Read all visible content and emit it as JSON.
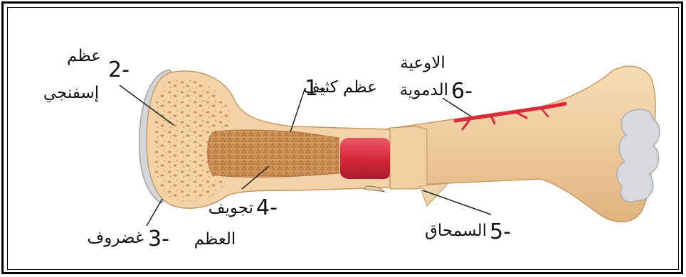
{
  "diagram": {
    "labels": [
      {
        "id": "compact",
        "number": "1-",
        "text": "عظم كثيف"
      },
      {
        "id": "spongy",
        "number": "2-",
        "line1": "عظم",
        "line2": "إسفنجي"
      },
      {
        "id": "cartilage",
        "number": "3-",
        "text": "غضروف"
      },
      {
        "id": "cavity",
        "number": "4-",
        "line1": "تجويف",
        "line2": "العظم"
      },
      {
        "id": "periosteum",
        "number": "5-",
        "text": "السمحاق"
      },
      {
        "id": "vessels",
        "number": "6-",
        "line1": "الاوعية",
        "line2": "الدموية"
      }
    ],
    "colors": {
      "bone": "#f2d2a6",
      "bone_dark": "#d9b27f",
      "spongy": "#f0cc9a",
      "pore": "#c98f55",
      "marrow": "#c98a4a",
      "red_marrow": "#d8293b",
      "vessel": "#d8293b",
      "cartilage": "#d6d8da",
      "line": "#222222"
    }
  }
}
